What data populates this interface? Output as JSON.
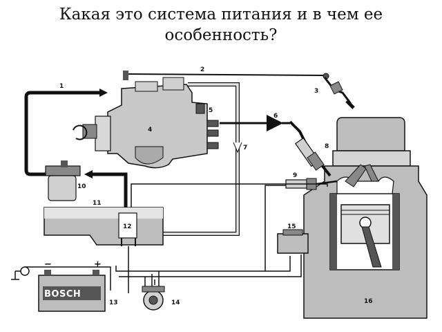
{
  "title": {
    "line1": "Какая это система питания и в чем ее",
    "line2": "особенность?"
  },
  "battery": {
    "brand": "BOSCH",
    "minus": "−",
    "plus": "+"
  },
  "labels": {
    "l1": "1",
    "l2": "2",
    "l3": "3",
    "l4": "4",
    "l5": "5",
    "l6": "6",
    "l7": "7",
    "l8": "8",
    "l9": "9",
    "l10": "10",
    "l11": "11",
    "l12": "12",
    "l13": "13",
    "l14": "14",
    "l15": "15",
    "l16": "16"
  },
  "colors": {
    "line": "#111111",
    "gray": "#bdbdbd",
    "dark": "#555555"
  }
}
